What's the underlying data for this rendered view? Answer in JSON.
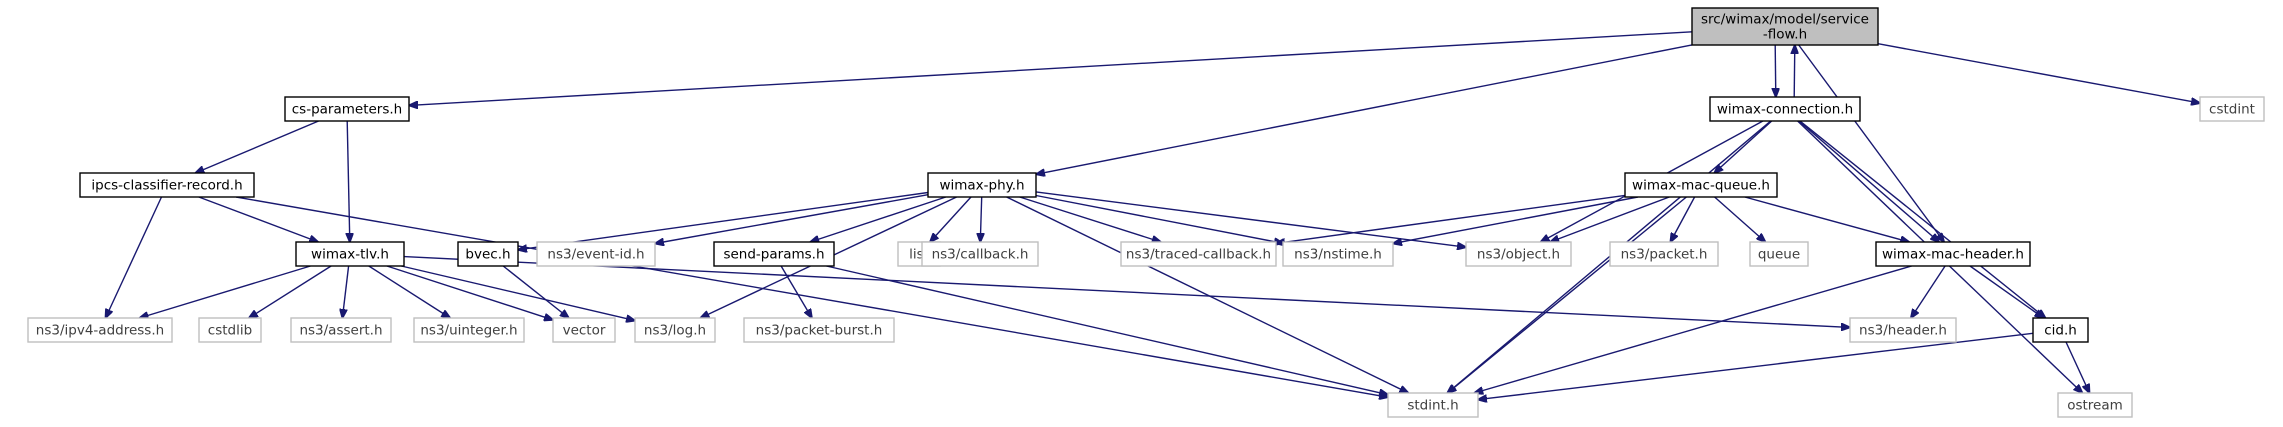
{
  "colors": {
    "edge": "#191970",
    "focus_fill": "#bfbfbf",
    "documented_border": "#000000",
    "external_border": "#bfbfbf",
    "external_text": "#404040",
    "text": "#000000"
  },
  "nodes": [
    {
      "id": "service-flow",
      "lines": [
        "src/wimax/model/service",
        "-flow.h"
      ],
      "kind": "focus"
    },
    {
      "id": "cs-parameters",
      "lines": [
        "cs-parameters.h"
      ],
      "kind": "documented"
    },
    {
      "id": "wimax-connection",
      "lines": [
        "wimax-connection.h"
      ],
      "kind": "documented"
    },
    {
      "id": "cstdint",
      "lines": [
        "cstdint"
      ],
      "kind": "external"
    },
    {
      "id": "ipcs-classifier-record",
      "lines": [
        "ipcs-classifier-record.h"
      ],
      "kind": "documented"
    },
    {
      "id": "wimax-phy",
      "lines": [
        "wimax-phy.h"
      ],
      "kind": "documented"
    },
    {
      "id": "wimax-mac-queue",
      "lines": [
        "wimax-mac-queue.h"
      ],
      "kind": "documented"
    },
    {
      "id": "bvec",
      "lines": [
        "bvec.h"
      ],
      "kind": "documented"
    },
    {
      "id": "wimax-tlv",
      "lines": [
        "wimax-tlv.h"
      ],
      "kind": "documented"
    },
    {
      "id": "event-id",
      "lines": [
        "ns3/event-id.h"
      ],
      "kind": "external"
    },
    {
      "id": "send-params",
      "lines": [
        "send-params.h"
      ],
      "kind": "documented"
    },
    {
      "id": "list",
      "lines": [
        "list"
      ],
      "kind": "external"
    },
    {
      "id": "callback",
      "lines": [
        "ns3/callback.h"
      ],
      "kind": "external"
    },
    {
      "id": "traced-callback",
      "lines": [
        "ns3/traced-callback.h"
      ],
      "kind": "external"
    },
    {
      "id": "nstime",
      "lines": [
        "ns3/nstime.h"
      ],
      "kind": "external"
    },
    {
      "id": "object",
      "lines": [
        "ns3/object.h"
      ],
      "kind": "external"
    },
    {
      "id": "packet",
      "lines": [
        "ns3/packet.h"
      ],
      "kind": "external"
    },
    {
      "id": "queue",
      "lines": [
        "queue"
      ],
      "kind": "external"
    },
    {
      "id": "wimax-mac-header",
      "lines": [
        "wimax-mac-header.h"
      ],
      "kind": "documented"
    },
    {
      "id": "ipv4-address",
      "lines": [
        "ns3/ipv4-address.h"
      ],
      "kind": "external"
    },
    {
      "id": "cstdlib",
      "lines": [
        "cstdlib"
      ],
      "kind": "external"
    },
    {
      "id": "assert",
      "lines": [
        "ns3/assert.h"
      ],
      "kind": "external"
    },
    {
      "id": "uinteger",
      "lines": [
        "ns3/uinteger.h"
      ],
      "kind": "external"
    },
    {
      "id": "vector",
      "lines": [
        "vector"
      ],
      "kind": "external"
    },
    {
      "id": "log",
      "lines": [
        "ns3/log.h"
      ],
      "kind": "external"
    },
    {
      "id": "packet-burst",
      "lines": [
        "ns3/packet-burst.h"
      ],
      "kind": "external"
    },
    {
      "id": "header",
      "lines": [
        "ns3/header.h"
      ],
      "kind": "external"
    },
    {
      "id": "cid",
      "lines": [
        "cid.h"
      ],
      "kind": "documented"
    },
    {
      "id": "stdint",
      "lines": [
        "stdint.h"
      ],
      "kind": "external"
    },
    {
      "id": "ostream",
      "lines": [
        "ostream"
      ],
      "kind": "external"
    }
  ],
  "edges": [
    [
      "service-flow",
      "cs-parameters"
    ],
    [
      "service-flow",
      "wimax-connection"
    ],
    [
      "service-flow",
      "cstdint"
    ],
    [
      "service-flow",
      "wimax-phy"
    ],
    [
      "service-flow",
      "wimax-mac-header"
    ],
    [
      "wimax-connection",
      "service-flow"
    ],
    [
      "cs-parameters",
      "ipcs-classifier-record"
    ],
    [
      "cs-parameters",
      "wimax-tlv"
    ],
    [
      "ipcs-classifier-record",
      "wimax-tlv"
    ],
    [
      "ipcs-classifier-record",
      "ipv4-address"
    ],
    [
      "ipcs-classifier-record",
      "stdint"
    ],
    [
      "wimax-tlv",
      "ipv4-address"
    ],
    [
      "wimax-tlv",
      "cstdlib"
    ],
    [
      "wimax-tlv",
      "assert"
    ],
    [
      "wimax-tlv",
      "uinteger"
    ],
    [
      "wimax-tlv",
      "vector"
    ],
    [
      "wimax-tlv",
      "log"
    ],
    [
      "wimax-tlv",
      "header"
    ],
    [
      "bvec",
      "vector"
    ],
    [
      "wimax-phy",
      "bvec"
    ],
    [
      "wimax-phy",
      "event-id"
    ],
    [
      "wimax-phy",
      "send-params"
    ],
    [
      "wimax-phy",
      "list"
    ],
    [
      "wimax-phy",
      "callback"
    ],
    [
      "wimax-phy",
      "traced-callback"
    ],
    [
      "wimax-phy",
      "nstime"
    ],
    [
      "wimax-phy",
      "object"
    ],
    [
      "wimax-phy",
      "log"
    ],
    [
      "wimax-phy",
      "stdint"
    ],
    [
      "send-params",
      "packet-burst"
    ],
    [
      "send-params",
      "stdint"
    ],
    [
      "wimax-connection",
      "wimax-mac-queue"
    ],
    [
      "wimax-connection",
      "object"
    ],
    [
      "wimax-connection",
      "stdint"
    ],
    [
      "wimax-connection",
      "wimax-mac-header"
    ],
    [
      "wimax-connection",
      "cid"
    ],
    [
      "wimax-connection",
      "ostream"
    ],
    [
      "wimax-mac-queue",
      "traced-callback"
    ],
    [
      "wimax-mac-queue",
      "nstime"
    ],
    [
      "wimax-mac-queue",
      "object"
    ],
    [
      "wimax-mac-queue",
      "packet"
    ],
    [
      "wimax-mac-queue",
      "queue"
    ],
    [
      "wimax-mac-queue",
      "wimax-mac-header"
    ],
    [
      "wimax-mac-queue",
      "stdint"
    ],
    [
      "wimax-mac-header",
      "header"
    ],
    [
      "wimax-mac-header",
      "cid"
    ],
    [
      "wimax-mac-header",
      "stdint"
    ],
    [
      "cid",
      "stdint"
    ],
    [
      "cid",
      "ostream"
    ]
  ]
}
